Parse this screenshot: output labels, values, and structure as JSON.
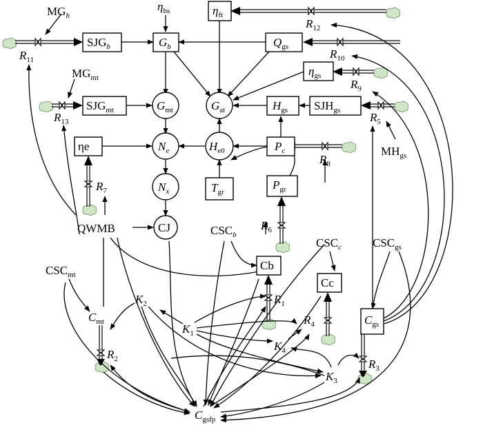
{
  "diagram": {
    "labels": {
      "MGb": {
        "main": "MG",
        "sub": "b"
      },
      "MGmt": {
        "main": "MG",
        "sub": "mt"
      },
      "MHgs": {
        "main": "MH",
        "sub": "gs"
      },
      "eta_hs": {
        "main": "η",
        "sub": "hs"
      },
      "eta_ft": {
        "main": "η",
        "sub": "ft"
      },
      "eta_gs": {
        "main": "η",
        "sub": "gs"
      },
      "SJGb": {
        "main": "SJG",
        "sub": "b"
      },
      "SJGmt": {
        "main": "SJG",
        "sub": "mt"
      },
      "SJHgs": {
        "main": "SJH",
        "sub": "gs"
      },
      "Gb": {
        "main": "G",
        "sub": "b"
      },
      "Gmt": {
        "main": "G",
        "sub": "mt"
      },
      "Gat": {
        "main": "G",
        "sub": "at"
      },
      "Qgs": {
        "main": "Q",
        "sub": "gs"
      },
      "Hgs": {
        "main": "H",
        "sub": "gs"
      },
      "He0": {
        "main": "H",
        "sub": "e0"
      },
      "Ne": {
        "main": "N",
        "sub": "e"
      },
      "Nx": {
        "main": "N",
        "sub": "x"
      },
      "Pc": {
        "main": "P",
        "sub": "c"
      },
      "Pgr": {
        "main": "P",
        "sub": "gr"
      },
      "Tgr": {
        "main": "T",
        "sub": "gr"
      },
      "ne": {
        "main": "ηe",
        "sub": ""
      },
      "CJ": {
        "main": "CJ",
        "sub": ""
      },
      "QWMB": {
        "main": "QWMB",
        "sub": ""
      },
      "CSCb": {
        "main": "CSC",
        "sub": "b"
      },
      "CSCc": {
        "main": "CSC",
        "sub": "c"
      },
      "CSCgs": {
        "main": "CSC",
        "sub": "gs"
      },
      "CSCmt": {
        "main": "CSC",
        "sub": "mt"
      },
      "Cb": {
        "main": "Cb",
        "sub": ""
      },
      "Cc": {
        "main": "Cc",
        "sub": ""
      },
      "Cgs": {
        "main": "C",
        "sub": "gs"
      },
      "Cmt": {
        "main": "C",
        "sub": "mt"
      },
      "Cgsfp": {
        "main": "C",
        "sub": "gsfp"
      },
      "K1": {
        "main": "K",
        "sub": "1"
      },
      "K2": {
        "main": "K",
        "sub": "2"
      },
      "K3": {
        "main": "K",
        "sub": "3"
      },
      "K4": {
        "main": "K",
        "sub": "4"
      },
      "R1": {
        "main": "R",
        "sub": "1"
      },
      "R2": {
        "main": "R",
        "sub": "2"
      },
      "R3": {
        "main": "R",
        "sub": "3"
      },
      "R4": {
        "main": "R",
        "sub": "4"
      },
      "R5": {
        "main": "R",
        "sub": "5"
      },
      "R6": {
        "main": "R",
        "sub": "6"
      },
      "R7": {
        "main": "R",
        "sub": "7"
      },
      "R8": {
        "main": "R",
        "sub": "8"
      },
      "R9": {
        "main": "R",
        "sub": "9"
      },
      "R10": {
        "main": "R",
        "sub": "10"
      },
      "R11": {
        "main": "R",
        "sub": "11"
      },
      "R12": {
        "main": "R",
        "sub": "12"
      },
      "R13": {
        "main": "R",
        "sub": "13"
      }
    }
  }
}
